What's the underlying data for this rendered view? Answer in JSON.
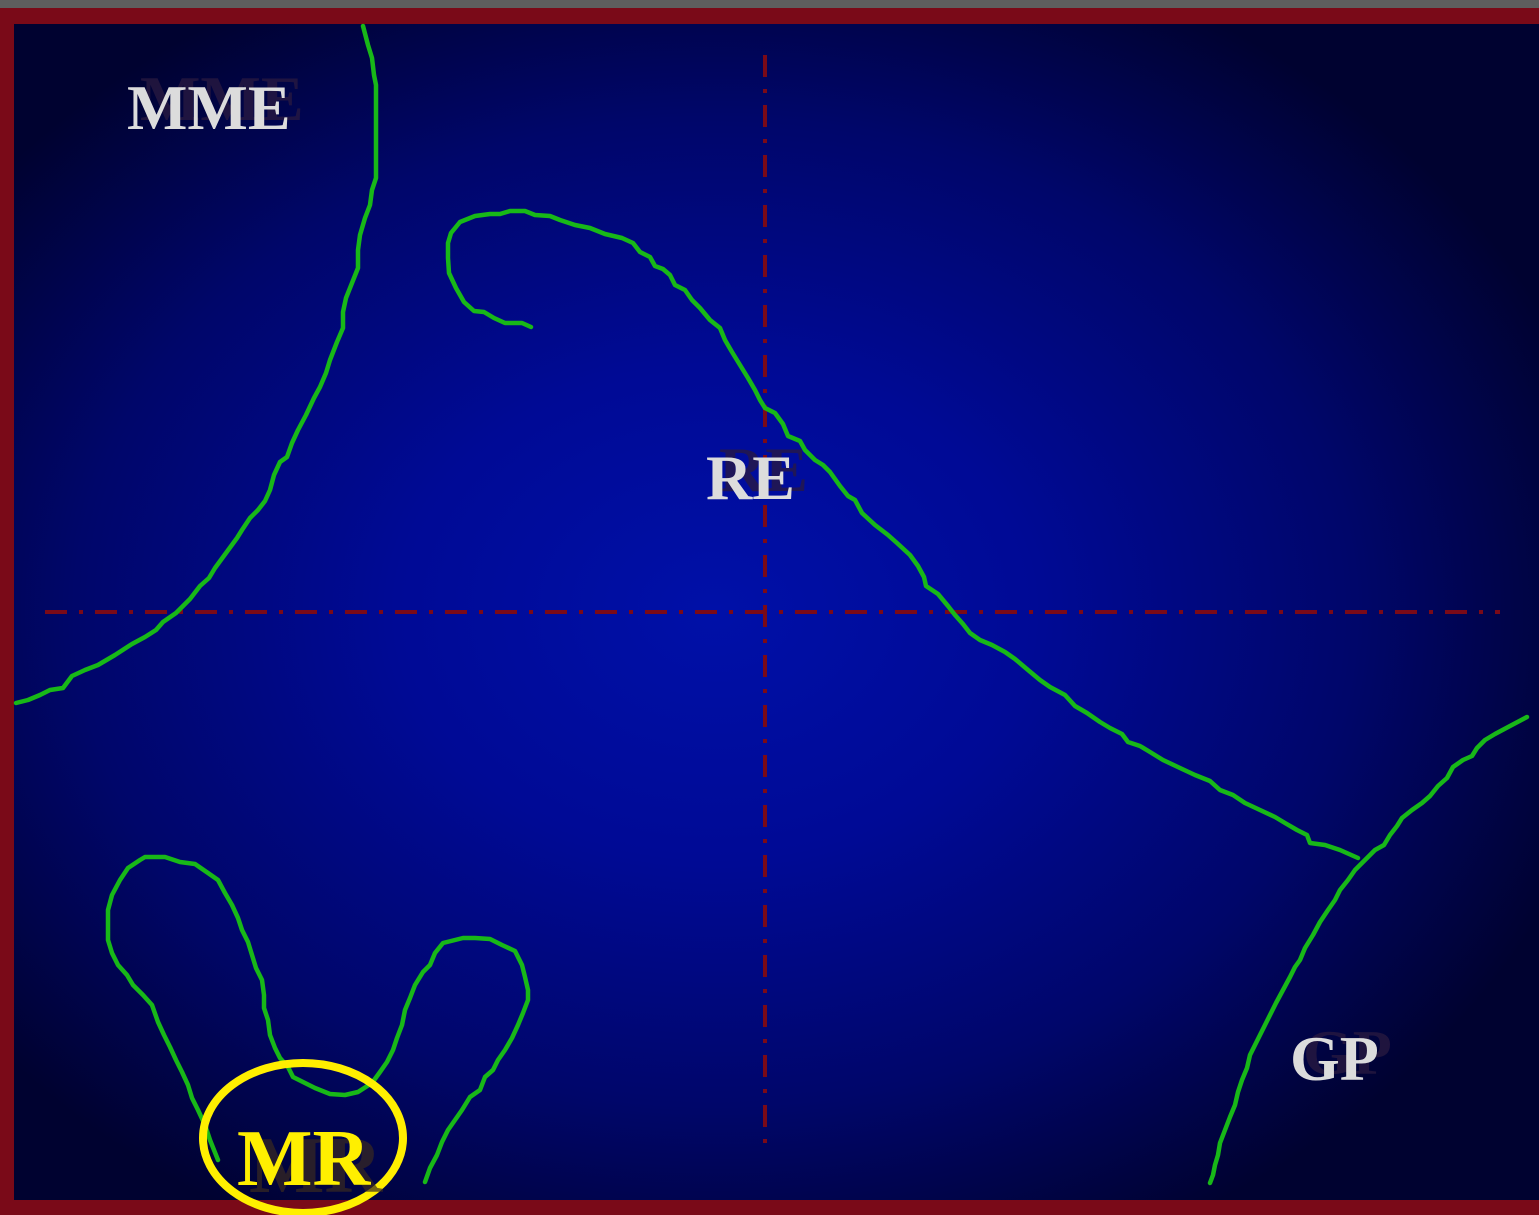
{
  "labels": {
    "mme": "MME",
    "re": "RE",
    "gp": "GP",
    "mr": "MR"
  },
  "colors": {
    "frame": "#7a0a18",
    "panel_center": "#0010a8",
    "panel_edge": "#000230",
    "contour": "#18b818",
    "axis": "#7a0a18",
    "label": "#dcdcdc",
    "highlight": "#ffef00"
  }
}
